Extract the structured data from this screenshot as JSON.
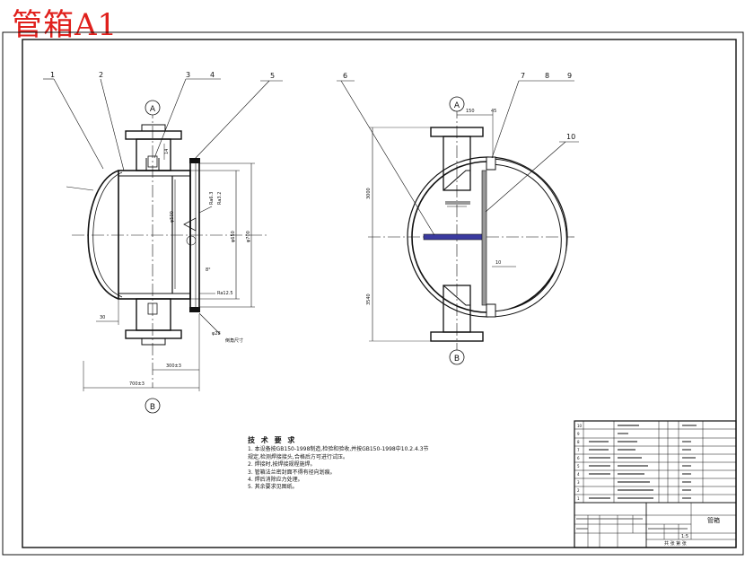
{
  "title": "管箱A1",
  "colors": {
    "title": "#e0201c",
    "line": "#111111",
    "hatch": "#3a3aa0",
    "part": "#999999"
  },
  "views": {
    "section_a": "A",
    "section_b": "B"
  },
  "callouts": [
    "1",
    "2",
    "3",
    "4",
    "5",
    "6",
    "7",
    "8",
    "9",
    "10"
  ],
  "dimensions": {
    "overall_length": "700±3",
    "flange_offset": "300±3",
    "left_gap": "30",
    "bore_1": "φ500",
    "bore_2": "φ650",
    "bore_3": "φ700",
    "right_h1": "3000",
    "right_h2": "3540",
    "right_w1": "150",
    "right_w2": "45",
    "right_w3": "10",
    "mid": "8°",
    "nozzle_gap": "14"
  },
  "annotations": {
    "weld_1": "Ra6.3",
    "weld_2": "Ra12.5",
    "pad": "Ra3.2",
    "detail": "φ28",
    "detail_note": "倒角尺寸"
  },
  "notes": {
    "heading": "技 术 要 求",
    "lines": [
      "1. 本设备按GB150-1998制造,检验和验收,并按GB150-1998中10.2.4.3节",
      "   规定,检测焊接接头,合格后方可进行试压。",
      "2. 焊接时,按焊接规程施焊。",
      "3. 管箱法兰密封面不得有径向划痕。",
      "4. 焊后消除应力处理。",
      "5. 其余要求见图纸。"
    ]
  },
  "title_block": {
    "drawing_name": "管箱",
    "scale": "1:5",
    "sheet": "共  张  第  张"
  }
}
